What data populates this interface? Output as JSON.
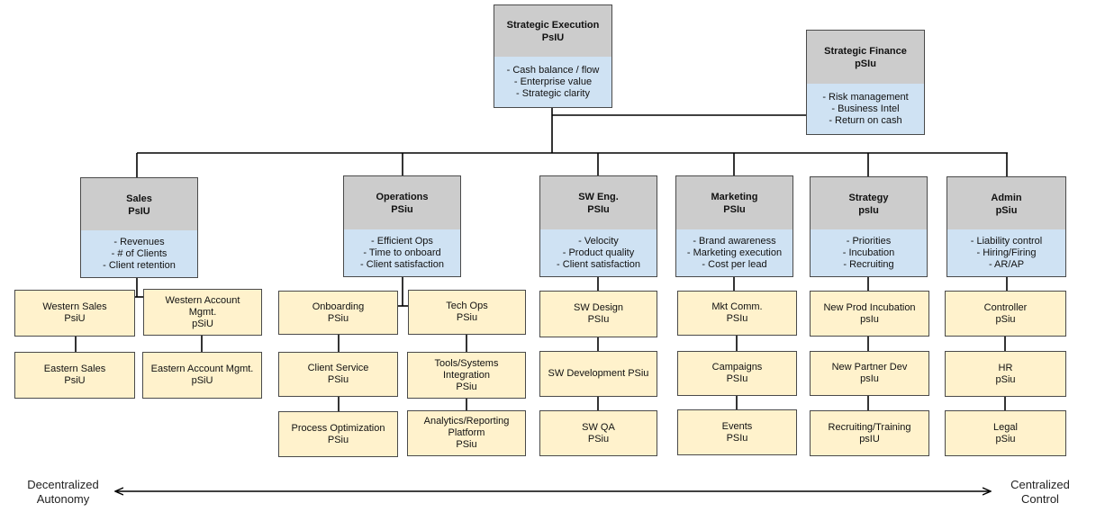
{
  "top": {
    "execution": {
      "title": "Strategic Execution",
      "code": "PsIU",
      "items": [
        "- Cash balance / flow",
        "- Enterprise value",
        "- Strategic clarity"
      ]
    },
    "finance": {
      "title": "Strategic Finance",
      "code": "pSIu",
      "items": [
        "- Risk management",
        "- Business Intel",
        "- Return on cash"
      ]
    }
  },
  "departments": [
    {
      "title": "Sales",
      "code": "PsIU",
      "items": [
        "- Revenues",
        "- # of Clients",
        "- Client retention"
      ],
      "columns": [
        [
          [
            "Western Sales",
            "PsiU"
          ],
          [
            "Eastern Sales",
            "PsiU"
          ]
        ],
        [
          [
            "Western Account",
            "Mgmt.",
            "pSiU"
          ],
          [
            "Eastern Account Mgmt.",
            "pSiU"
          ]
        ]
      ]
    },
    {
      "title": "Operations",
      "code": "PSiu",
      "items": [
        "- Efficient Ops",
        "- Time to onboard",
        "- Client satisfaction"
      ],
      "columns": [
        [
          [
            "Onboarding",
            "PSiu"
          ],
          [
            "Client Service",
            "PSiu"
          ],
          [
            "Process Optimization",
            "PSiu"
          ]
        ],
        [
          [
            "Tech Ops",
            "PSiu"
          ],
          [
            "Tools/Systems",
            "Integration",
            "PSiu"
          ],
          [
            "Analytics/Reporting",
            "Platform",
            "PSiu"
          ]
        ]
      ]
    },
    {
      "title": "SW Eng.",
      "code": "PSIu",
      "items": [
        "- Velocity",
        "- Product quality",
        "- Client satisfaction"
      ],
      "columns": [
        [
          [
            "SW Design",
            "PSIu"
          ],
          [
            "SW Development PSiu"
          ],
          [
            "SW QA",
            "PSiu"
          ]
        ]
      ]
    },
    {
      "title": "Marketing",
      "code": "PSIu",
      "items": [
        "- Brand awareness",
        "- Marketing execution",
        "- Cost per lead"
      ],
      "columns": [
        [
          [
            "Mkt Comm.",
            "PSIu"
          ],
          [
            "Campaigns",
            "PSIu"
          ],
          [
            "Events",
            "PSIu"
          ]
        ]
      ]
    },
    {
      "title": "Strategy",
      "code": "psIu",
      "items": [
        "- Priorities",
        "- Incubation",
        "- Recruiting"
      ],
      "columns": [
        [
          [
            "New Prod Incubation",
            "psIu"
          ],
          [
            "New Partner Dev",
            "psIu"
          ],
          [
            "Recruiting/Training",
            "psIU"
          ]
        ]
      ]
    },
    {
      "title": "Admin",
      "code": "pSiu",
      "items": [
        "- Liability control",
        "- Hiring/Firing",
        "- AR/AP"
      ],
      "columns": [
        [
          [
            "Controller",
            "pSiu"
          ],
          [
            "HR",
            "pSiu"
          ],
          [
            "Legal",
            "pSiu"
          ]
        ]
      ]
    }
  ],
  "axis": {
    "left": [
      "Decentralized",
      "Autonomy"
    ],
    "right": [
      "Centralized",
      "Control"
    ]
  },
  "colors": {
    "header": "#cccccc",
    "metrics": "#cfe2f3",
    "unit": "#fff2cc",
    "line": "#000000"
  }
}
